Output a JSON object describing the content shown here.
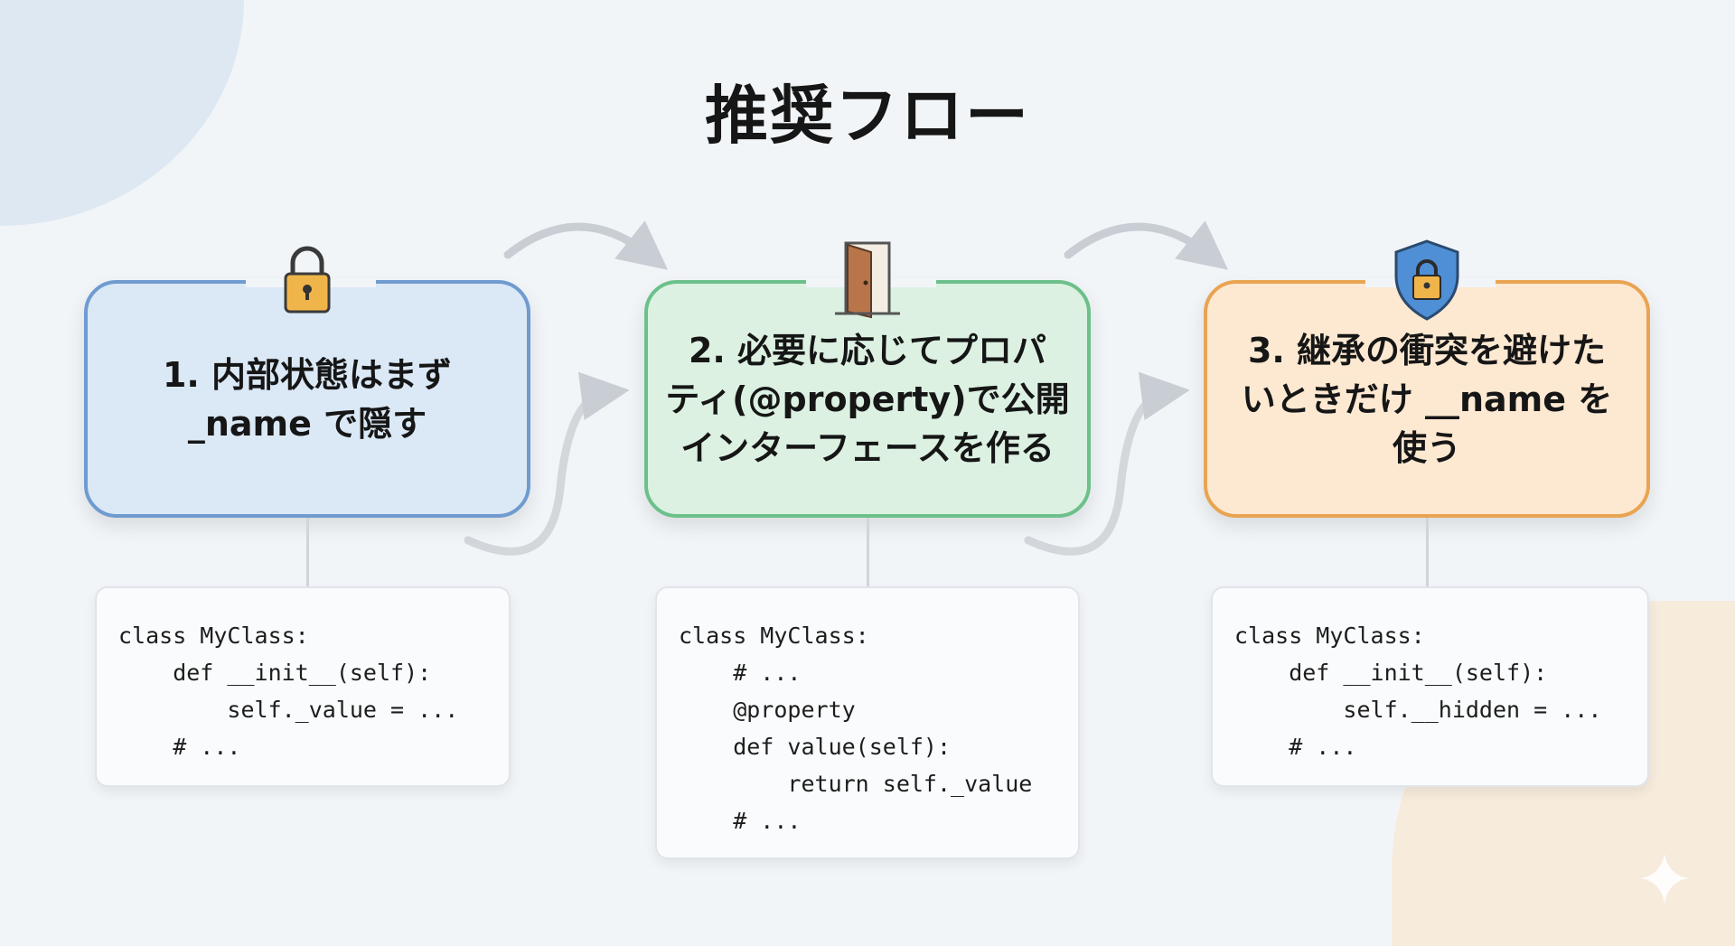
{
  "title": "推奨フロー",
  "steps": [
    {
      "lines": [
        "1. 内部状態はまず",
        "_name で隠す"
      ],
      "icon": "padlock-icon",
      "fill": "#dbe8f6",
      "border": "#6f9bcf",
      "code": "class MyClass:\n    def __init__(self):\n        self._value = ...\n    # ..."
    },
    {
      "lines": [
        "2. 必要に応じてプロパ",
        "ティ(@property)で公開",
        "インターフェースを作る"
      ],
      "icon": "door-icon",
      "fill": "#dcf1e2",
      "border": "#6cc08a",
      "code": "class MyClass:\n    # ...\n    @property\n    def value(self):\n        return self._value\n    # ..."
    },
    {
      "lines": [
        "3. 継承の衝突を避けた",
        "いときだけ __name を",
        "使う"
      ],
      "icon": "shield-lock-icon",
      "fill": "#fde9d2",
      "border": "#e9a452",
      "code": "class MyClass:\n    def __init__(self):\n        self.__hidden = ...\n    # ..."
    }
  ]
}
